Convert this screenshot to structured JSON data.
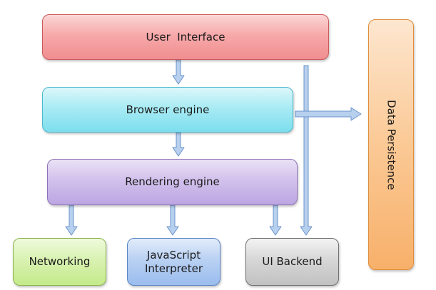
{
  "diagram": {
    "nodes": {
      "user_interface": {
        "label": "User  Interface"
      },
      "browser_engine": {
        "label": "Browser engine"
      },
      "rendering_engine": {
        "label": "Rendering engine"
      },
      "networking": {
        "label": "Networking"
      },
      "js_interpreter": {
        "line1": "JavaScript",
        "line2": "Interpreter"
      },
      "ui_backend": {
        "label": "UI Backend"
      },
      "data_persistence": {
        "label": "Data Persistence"
      }
    },
    "edges": [
      {
        "from": "User  Interface",
        "to": "Browser engine"
      },
      {
        "from": "User  Interface",
        "to": "UI Backend"
      },
      {
        "from": "Browser engine",
        "to": "Rendering engine"
      },
      {
        "from": "Browser engine",
        "to": "Data Persistence"
      },
      {
        "from": "Rendering engine",
        "to": "Networking"
      },
      {
        "from": "Rendering engine",
        "to": "JavaScript Interpreter"
      },
      {
        "from": "Rendering engine",
        "to": "UI Backend"
      }
    ],
    "colors": {
      "arrow_fill": "#b7d0ee",
      "arrow_stroke": "#6b93c9"
    }
  }
}
